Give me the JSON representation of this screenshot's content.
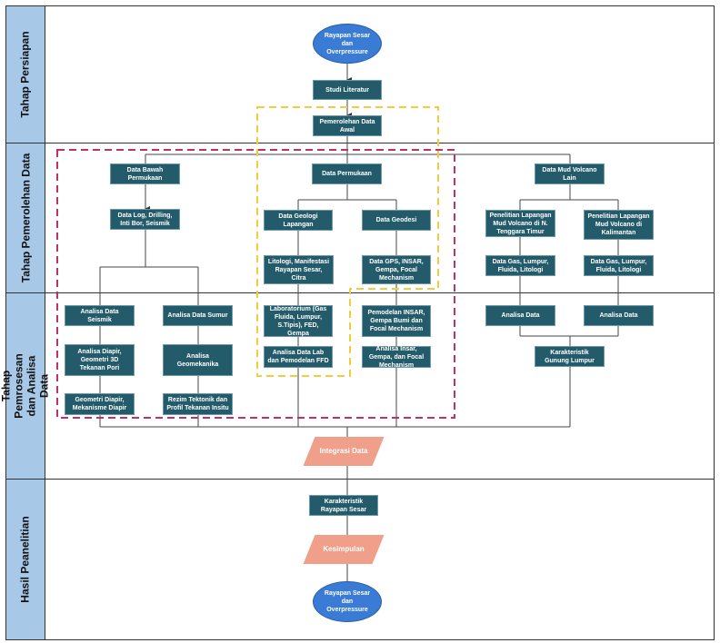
{
  "lanes": [
    "Tahap Persiapan",
    "Tahap Pemerolehan Data",
    "Tahap Pemrosesan dan Analisa Data",
    "Hasil Peanelitian"
  ],
  "colors": {
    "box": "#235b6b",
    "lane_label": "#a8c8e8",
    "terminal": "#3a7bd5",
    "io": "#f0a08a",
    "group_yellow": "#f2cc3c",
    "group_magenta": "#c0306a"
  },
  "nodes": {
    "start": "Rayapan Sesar dan Overpressure",
    "studi": "Studi Literatur",
    "awal": "Pemerolehan Data Awal",
    "bawah": "Data Bawah Permukaan",
    "log": "Data Log, Drilling, Inti Bor, Seismik",
    "permukaan": "Data Permukaan",
    "geologi": "Data Geologi Lapangan",
    "geodesi": "Data Geodesi",
    "litologi": "Litologi, Manifestasi Rayapan Sesar, Citra",
    "gps": "Data GPS, INSAR, Gempa, Focal Mechanism",
    "mud": "Data Mud Volcano Lain",
    "ntt": "Penelitian Lapangan Mud Volcano di N. Tenggara Timur",
    "kal": "Penelitian Lapangan Mud Volcano di Kalimantan",
    "gas1": "Data Gas, Lumpur, Fluida, Litologi",
    "gas2": "Data Gas, Lumpur, Fluida, Litologi",
    "seismik": "Analisa Data Seismik",
    "sumur": "Analisa Data Sumur",
    "lab": "Laboratorium (Gas Fluida, Lumpur, S.Tipis), FED, Gempa",
    "insar": "Pemodelan INSAR, Gempa Bumi dan Focal Mechanism",
    "analisa1": "Analisa Data",
    "analisa2": "Analisa Data",
    "diapir": "Analisa Diapir, Geometri 3D Tekanan Pori",
    "geomek": "Analisa Geomekanika",
    "datalab": "Analisa Data Lab dan Pemodelan FFD",
    "ainsar": "Analisa Insar, Gempa, dan Focal Mechanism",
    "gunung": "Karakteristik Gunung Lumpur",
    "geodiapir": "Geometri Diapir, Mekanisme Diapir",
    "rezim": "Rezim Tektonik dan Profil Tekanan Insitu",
    "integrasi": "Integrasi Data",
    "karsesar": "Karakteristik Rayapan Sesar",
    "kesimpulan": "Kesimpulan",
    "end": "Rayapan Sesar dan Overpressure"
  }
}
